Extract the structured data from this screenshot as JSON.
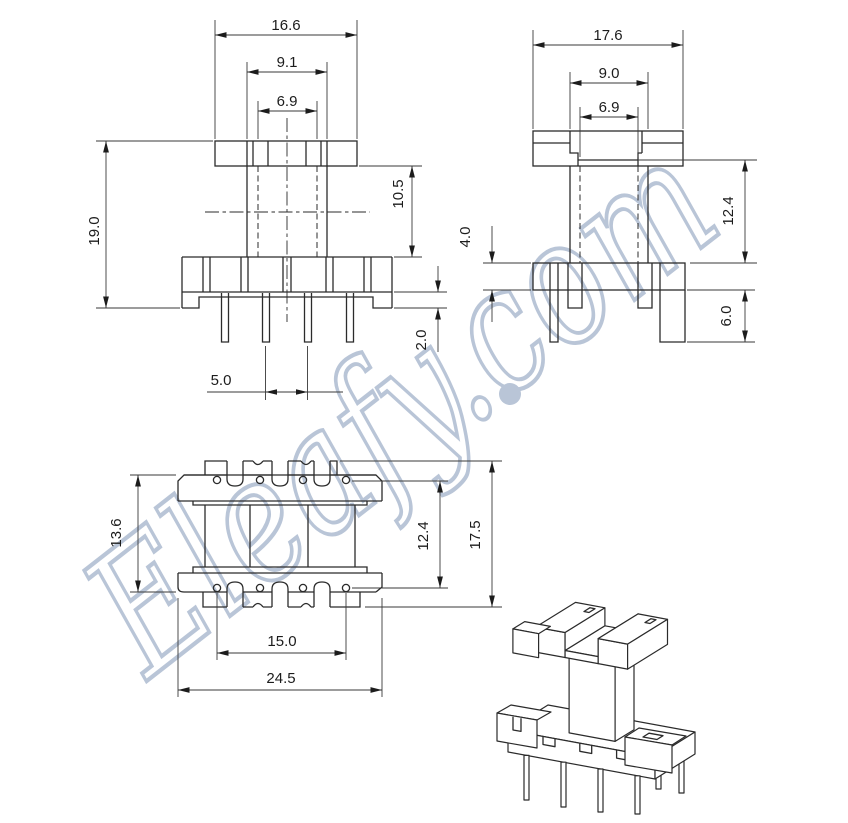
{
  "watermark": {
    "text": "Eleafy.com",
    "color": "#b9c5d7"
  },
  "dims": {
    "fv_flange_width": "16.6",
    "fv_column_width": "9.1",
    "fv_bore_width": "6.9",
    "fv_total_height": "19.0",
    "fv_window_height": "10.5",
    "fv_foot_step": "2.0",
    "fv_pin_pitch": "5.0",
    "sv_flange_depth": "17.6",
    "sv_column_depth": "9.0",
    "sv_bore_depth": "6.9",
    "sv_base_thickness": "4.0",
    "sv_window_height": "12.4",
    "sv_pin_length": "6.0",
    "bv_body_width": "13.6",
    "bv_row_pitch": "12.4",
    "bv_overall_depth": "17.5",
    "bv_pin_span": "15.0",
    "bv_overall_length": "24.5"
  }
}
